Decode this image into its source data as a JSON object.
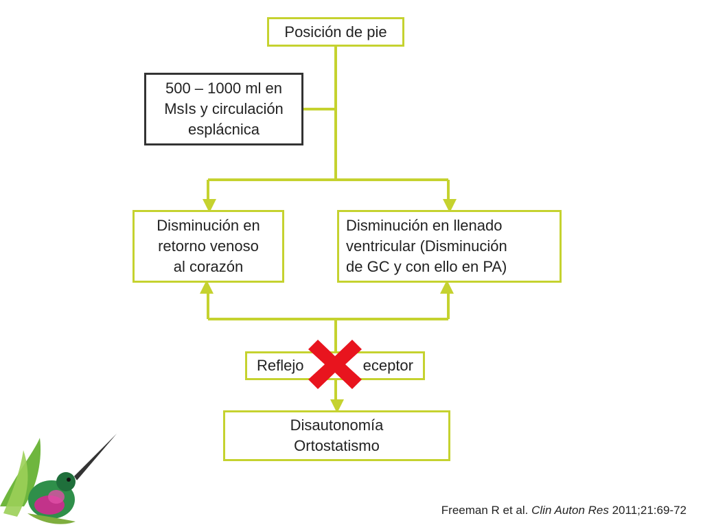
{
  "diagram": {
    "nodes": {
      "standing": "Posición de pie",
      "blood_shift": "500 – 1000 ml en\nMsIs y circulación\nesplácnica",
      "venous_return": "Disminución en\nretorno venoso\nal corazón",
      "ventricular_filling": "Disminución en llenado\nventricular (Disminución\nde GC y con ello en PA)",
      "reflex_left": "Reflejo",
      "reflex_right": "eceptor",
      "dysautonomia": "Disautonomía\nOrtostatismo"
    },
    "colors": {
      "connector": "#c5d22f",
      "box_border": "#c5d22f",
      "dark_border": "#333333",
      "cross": "#e8141e"
    },
    "icons": {
      "block_marker": "red-cross-icon",
      "decoration": "hummingbird-icon"
    }
  },
  "citation": {
    "authors": "Freeman R et al. ",
    "journal": "Clin Auton Res",
    "details": " 2011;21:69-72"
  }
}
